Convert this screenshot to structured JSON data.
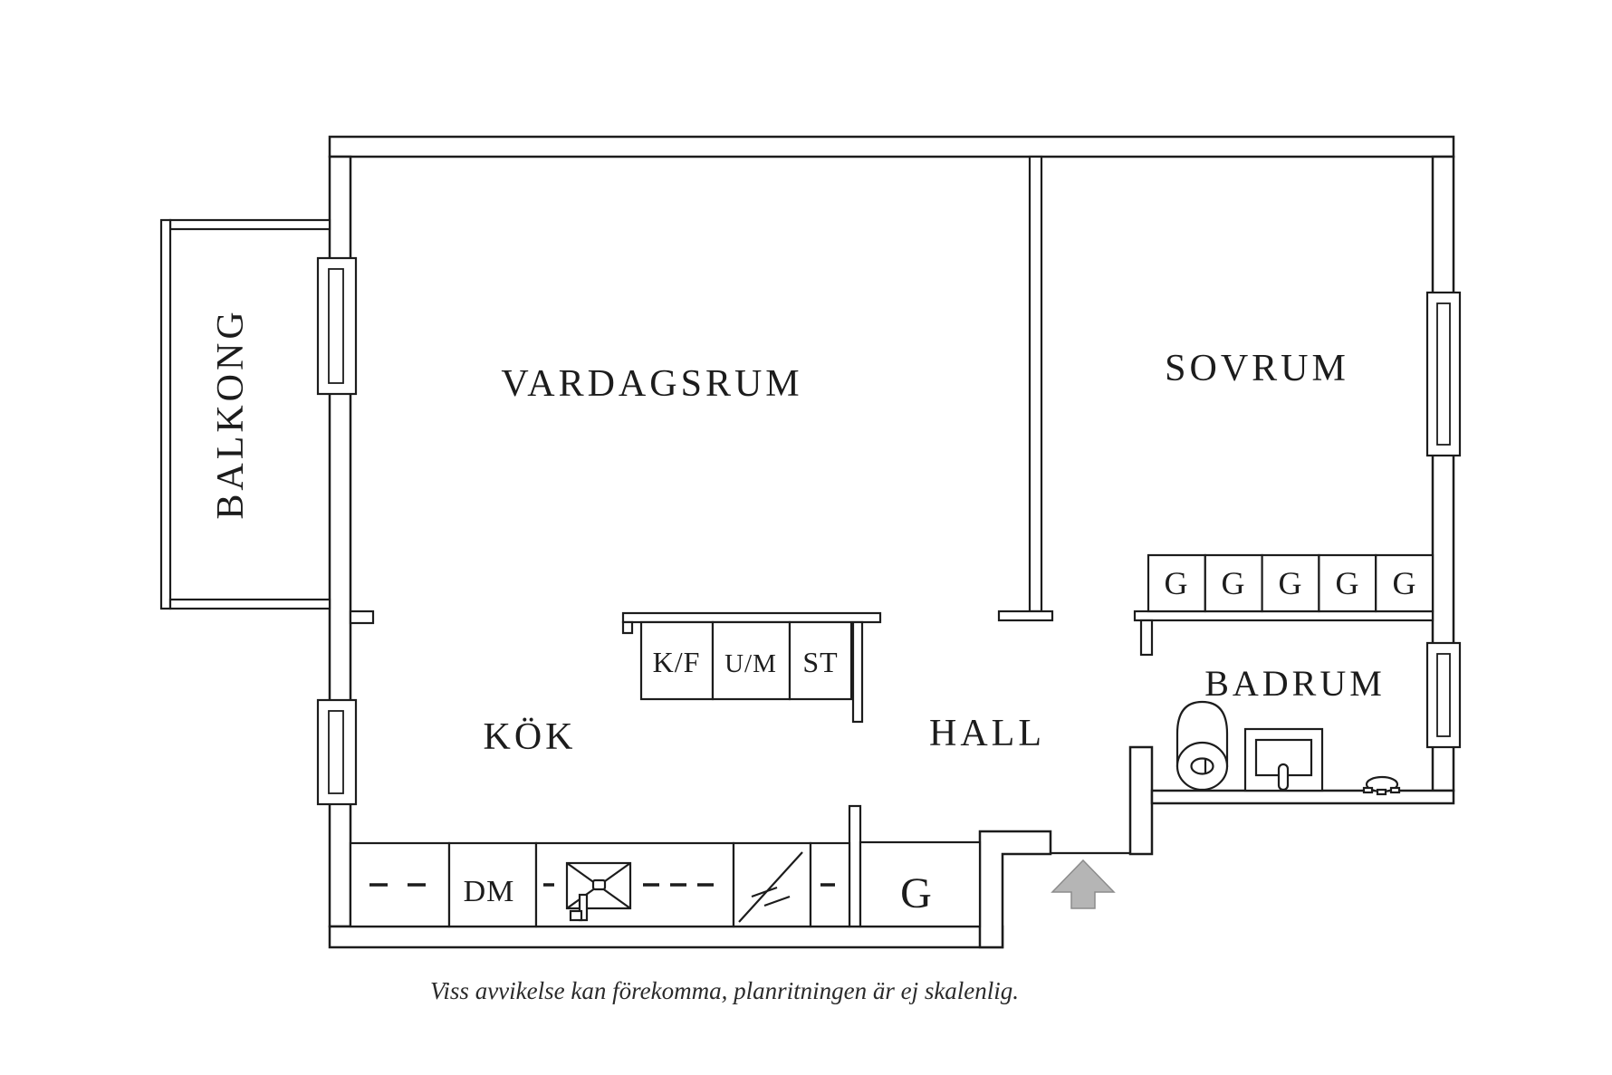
{
  "colors": {
    "line": "#1c1c1c",
    "arrow_fill": "#b5b5b5",
    "arrow_stroke": "#8c8c8c",
    "background": "#ffffff"
  },
  "rooms": {
    "balkong": {
      "label": "BALKONG"
    },
    "vardagsrum": {
      "label": "VARDAGSRUM"
    },
    "sovrum": {
      "label": "SOVRUM"
    },
    "kok": {
      "label": "KÖK"
    },
    "hall": {
      "label": "HALL"
    },
    "badrum": {
      "label": "BADRUM"
    }
  },
  "fixtures": {
    "cabinets": {
      "fridge_freezer": "K/F",
      "washing_machine": "U/M",
      "storage": "ST"
    },
    "kitchen": {
      "dishwasher": "DM"
    },
    "hall_closet": {
      "label": "G"
    },
    "wardrobes": [
      "G",
      "G",
      "G",
      "G",
      "G"
    ]
  },
  "footer": {
    "caption": "Viss avvikelse kan förekomma, planritningen är ej skalenlig."
  }
}
